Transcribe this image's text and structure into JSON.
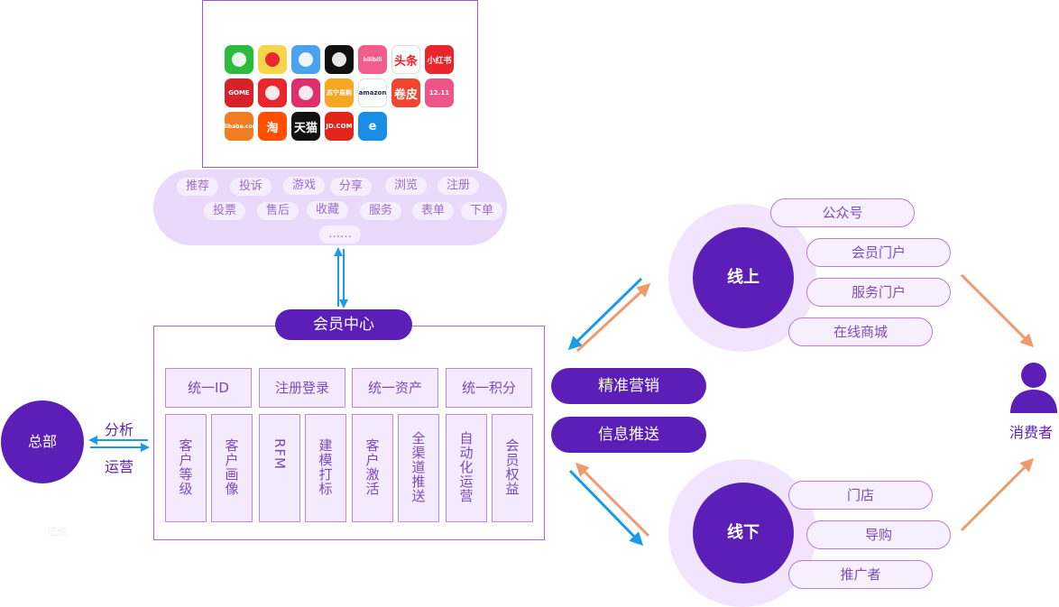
{
  "apps": [
    {
      "icon": "wechat-icon",
      "text": "",
      "bg": "#2dbb3e",
      "fg": "#ffffff"
    },
    {
      "icon": "weibo-icon",
      "text": "",
      "bg": "#f7d54a",
      "fg": "#e6162d"
    },
    {
      "icon": "qq-icon",
      "text": "",
      "bg": "#4aa3ee",
      "fg": "#ffffff"
    },
    {
      "icon": "douyin-icon",
      "text": "",
      "bg": "#111111",
      "fg": "#ffffff"
    },
    {
      "icon": "bilibili-icon",
      "text": "bilibili",
      "bg": "#f25d8e",
      "fg": "#ffffff"
    },
    {
      "icon": "toutiao-icon",
      "text": "头条",
      "bg": "#ffffff",
      "fg": "#e8262c"
    },
    {
      "icon": "xiaohongshu-icon",
      "text": "小红书",
      "bg": "#e8262c",
      "fg": "#ffffff"
    },
    {
      "icon": "gome-icon",
      "text": "GOME",
      "bg": "#d8222a",
      "fg": "#ffffff"
    },
    {
      "icon": "kaola-icon",
      "text": "",
      "bg": "#e8262c",
      "fg": "#ffffff"
    },
    {
      "icon": "pinduoduo-icon",
      "text": "",
      "bg": "#e02e6c",
      "fg": "#ffffff"
    },
    {
      "icon": "suning-icon",
      "text": "苏宁易购",
      "bg": "#f6a623",
      "fg": "#ffffff"
    },
    {
      "icon": "amazon-icon",
      "text": "amazon",
      "bg": "#ffffff",
      "fg": "#232f3e"
    },
    {
      "icon": "juanpi-icon",
      "text": "卷皮",
      "bg": "#f0462f",
      "fg": "#ffffff"
    },
    {
      "icon": "mogujie-icon",
      "text": "12.11",
      "bg": "#ee5586",
      "fg": "#ffffff"
    },
    {
      "icon": "alibaba-icon",
      "text": "Alibaba.com",
      "bg": "#ef7d22",
      "fg": "#ffffff"
    },
    {
      "icon": "taobao-icon",
      "text": "淘",
      "bg": "#ff5000",
      "fg": "#ffffff"
    },
    {
      "icon": "tmall-icon",
      "text": "天猫",
      "bg": "#111111",
      "fg": "#ffffff"
    },
    {
      "icon": "jd-icon",
      "text": "JD.COM",
      "bg": "#e1251b",
      "fg": "#ffffff"
    },
    {
      "icon": "eleme-icon",
      "text": "e",
      "bg": "#1a8ee6",
      "fg": "#ffffff"
    }
  ],
  "activities": {
    "row1": [
      "推荐",
      "投诉",
      "游戏",
      "分享",
      "浏览",
      "注册"
    ],
    "row2": [
      "投票",
      "售后",
      "收藏",
      "服务",
      "表单",
      "下单"
    ],
    "more": "……"
  },
  "member_center": {
    "title": "会员中心",
    "headers": [
      "统一ID",
      "注册登录",
      "统一资产",
      "统一积分"
    ],
    "cells": [
      "客户等级",
      "客户画像",
      "RFM",
      "建模打标",
      "客户激活",
      "全渠道推送",
      "自动化运营",
      "会员权益"
    ]
  },
  "hq": {
    "label": "总部",
    "analysis": "分析",
    "operation": "运营"
  },
  "actions": {
    "precision": "精准营销",
    "push": "信息推送"
  },
  "online": {
    "label": "线上",
    "items": [
      "公众号",
      "会员门户",
      "服务门户",
      "在线商城"
    ]
  },
  "offline": {
    "label": "线下",
    "items": [
      "门店",
      "导购",
      "推广者"
    ]
  },
  "consumer": {
    "label": "消费者"
  },
  "watermark": "亿信",
  "colors": {
    "primary": "#5b1fb8",
    "light": "#ead9fb",
    "blue_arrow": "#1a9be6",
    "orange_arrow": "#ef9a6a"
  }
}
